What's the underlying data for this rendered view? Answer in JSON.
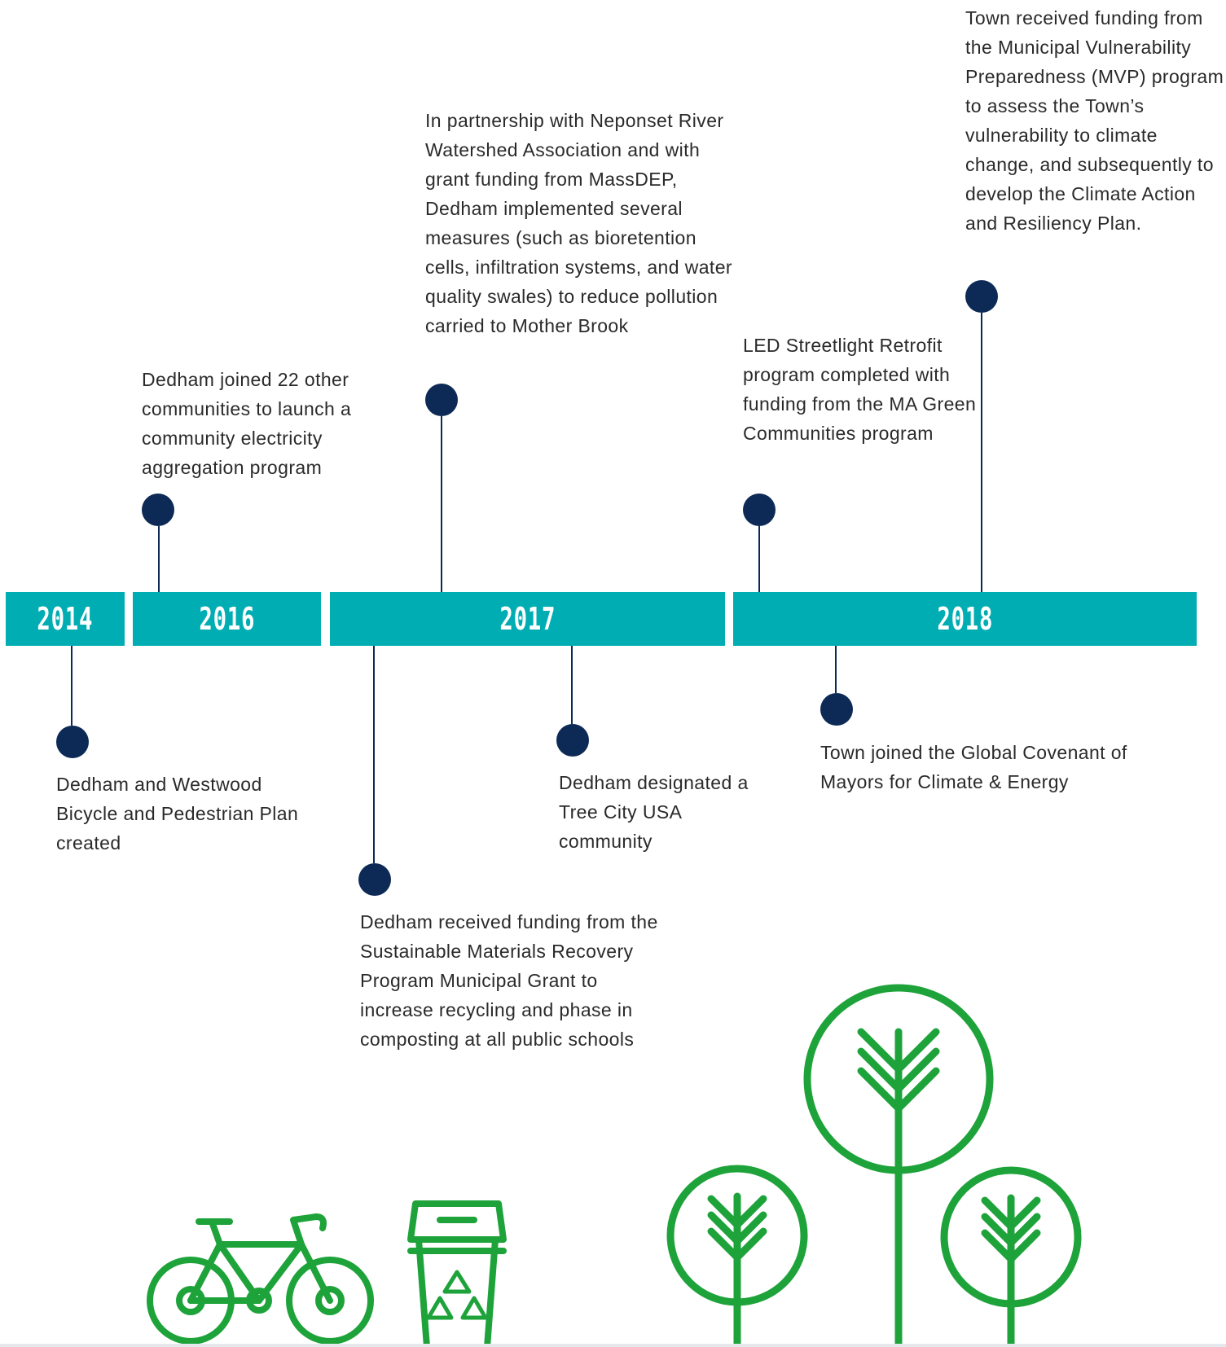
{
  "colors": {
    "bar": "#00adb2",
    "marker": "#0c2a55",
    "icons": "#1ea33a",
    "text": "#2a2a2a"
  },
  "years": [
    {
      "label": "2014"
    },
    {
      "label": "2016"
    },
    {
      "label": "2017"
    },
    {
      "label": "2018"
    }
  ],
  "events": [
    {
      "text": "Dedham and Westwood Bicycle and Pedestrian Plan created"
    },
    {
      "text": "Dedham joined 22 other communities to launch a community electricity aggregation program"
    },
    {
      "text": "In partnership with Neponset River Watershed Association and with grant funding from MassDEP, Dedham implemented several measures (such as bioretention cells, infiltration systems, and water quality swales) to reduce pollution carried to Mother Brook"
    },
    {
      "text": "Dedham received funding from the Sustainable Materials Recovery Program Municipal Grant to increase recycling and phase in composting at all public schools"
    },
    {
      "text": "Dedham designated a Tree City USA community"
    },
    {
      "text": "LED Streetlight Retrofit program completed with funding from the MA Green Communities program"
    },
    {
      "text": "Town joined the Global Covenant of Mayors for Climate & Energy"
    },
    {
      "text": "Town received funding from the Municipal Vulnerability Preparedness (MVP) program to assess the Town’s vulnerability to climate change, and subsequently to develop the Climate Action and Resiliency Plan."
    }
  ],
  "icons": [
    "bicycle-icon",
    "recycling-bin-icon",
    "trees-icon"
  ]
}
